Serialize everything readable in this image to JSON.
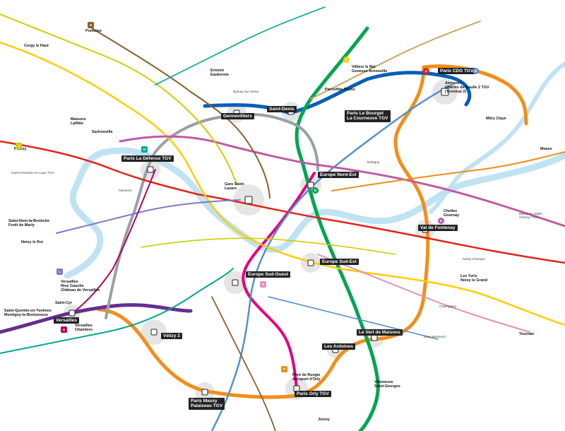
{
  "colors": {
    "rer_a": "#e2231a",
    "rer_b": "#5291ce",
    "rer_c": "#ffcd00",
    "rer_d": "#00a650",
    "rer_e": "#c05aa6",
    "line_h": "#8d5e2a",
    "line_j": "#cdcd00",
    "line_k": "#c6a55d",
    "line_l": "#7a7ac8",
    "line_n": "#00a88f",
    "line_p": "#f08c17",
    "line_r": "#e48fb7",
    "line_u": "#b2005f",
    "tgv_orange": "#f28e1c",
    "tgv_blue": "#005eb8",
    "tgv_purple": "#652d90",
    "tgv_pink": "#e4007c",
    "tgv_gray": "#9aa0a6",
    "tgv_green": "#3aaa35",
    "seine": "#bfe3f2"
  },
  "hubs": [
    {
      "id": "gennevilliers",
      "label": "Gennevilliers"
    },
    {
      "id": "saint-denis",
      "label": "Saint-Denis"
    },
    {
      "id": "le-bourget",
      "label": "Paris Le Bourget\nLa Courneuve TGV"
    },
    {
      "id": "cdg-tgv",
      "label": "Paris CDG TGV"
    },
    {
      "id": "paris-la-defense",
      "label": "Paris La Défense TGV"
    },
    {
      "id": "europe-nord-est",
      "label": "Europe Nord-Est"
    },
    {
      "id": "val-de-fontenay",
      "label": "Val de Fontenay"
    },
    {
      "id": "europe-sud-est",
      "label": "Europe Sud-Est"
    },
    {
      "id": "europe-sud-ouest",
      "label": "Europe Sud-Ouest"
    },
    {
      "id": "versailles",
      "label": "Versailles"
    },
    {
      "id": "velizy",
      "label": "Vélizy 2"
    },
    {
      "id": "le-vert-de-maisons",
      "label": "Le Vert de Maisons"
    },
    {
      "id": "les-ardoines",
      "label": "Les Ardoines"
    },
    {
      "id": "paris-orly",
      "label": "Paris Orly TGV"
    },
    {
      "id": "massy",
      "label": "Paris Massy\nPalaiseau TGV"
    }
  ],
  "places": [
    {
      "id": "pontoise",
      "label": "Pontoise"
    },
    {
      "id": "cergy-le-haut",
      "label": "Cergy le Haut"
    },
    {
      "id": "poissy",
      "label": "Poissy"
    },
    {
      "id": "gare-saint-lazare",
      "label": "Gare Saint-\nLazare"
    },
    {
      "id": "aeroport-cdg",
      "label": "Aéroport\nCharles de Gaulle 2 TGV\n(Terminal 2)"
    },
    {
      "id": "mitry-claye",
      "label": "Mitry Claye"
    },
    {
      "id": "meaux",
      "label": "Meaux"
    },
    {
      "id": "chelles",
      "label": "Chelles\nGournay"
    },
    {
      "id": "saint-quentin",
      "label": "Saint-Quentin-en-Yvelines\nMontigny-le-Bretonneux"
    },
    {
      "id": "saint-cyr",
      "label": "Saint-Cyr"
    },
    {
      "id": "versailles-chantiers",
      "label": "Versailles\nChantiers"
    },
    {
      "id": "versailles-rg",
      "label": "Versailles\nRive Gauche\nChâteau de Versailles"
    },
    {
      "id": "juvisy",
      "label": "Juvisy"
    },
    {
      "id": "pont-de-rungis",
      "label": "Pont de Rungis\nAéroport d'Orly"
    },
    {
      "id": "villeneuve",
      "label": "Villeneuve\nSaint-Georges"
    },
    {
      "id": "villiers-le-bel",
      "label": "Villiers le Bel\nGonesse Arnouville"
    },
    {
      "id": "pierrefitte",
      "label": "Pierrefitte Stains"
    },
    {
      "id": "epinay",
      "label": "Épinay sur Seine"
    },
    {
      "id": "saint-nom",
      "label": "Saint-Nom-la-Bretèche\nForêt de Marly"
    },
    {
      "id": "noisy-le-roi",
      "label": "Noisy le Roi"
    },
    {
      "id": "saint-germain",
      "label": "Saint-Germain-en-Laye TGV"
    },
    {
      "id": "marne-la-vallee",
      "label": "Marne la Vallée\nChessy TGV"
    },
    {
      "id": "tournan",
      "label": "Tournan"
    },
    {
      "id": "noisy-le-grand",
      "label": "Les Yvris\nNoisy le Grand"
    },
    {
      "id": "champigny",
      "label": "Champigny"
    },
    {
      "id": "sucy",
      "label": "Sucy Bonneuil"
    },
    {
      "id": "nanterre",
      "label": "Nanterre"
    },
    {
      "id": "sartrouville",
      "label": "Sartrouville"
    },
    {
      "id": "maisons-laffitte",
      "label": "Maisons\nLaffitte"
    },
    {
      "id": "ermont",
      "label": "Ermont\nEaubonne"
    },
    {
      "id": "bobigny",
      "label": "Bobigny"
    },
    {
      "id": "noisy-champs",
      "label": "Noisy-Champs"
    }
  ],
  "badges": [
    {
      "id": "b-h",
      "text": "H",
      "color": "line_h",
      "shape": "sq"
    },
    {
      "id": "b-j",
      "text": "J",
      "color": "line_j",
      "shape": "sq"
    },
    {
      "id": "b-c",
      "text": "C",
      "color": "rer_c",
      "shape": "circle"
    },
    {
      "id": "b-d",
      "text": "D",
      "color": "rer_d",
      "shape": "circle"
    },
    {
      "id": "b-b",
      "text": "B",
      "color": "rer_b",
      "shape": "circle"
    },
    {
      "id": "b-a",
      "text": "A",
      "color": "rer_a",
      "shape": "circle"
    },
    {
      "id": "b-e",
      "text": "E",
      "color": "rer_e",
      "shape": "circle"
    },
    {
      "id": "b-u",
      "text": "U",
      "color": "line_u",
      "shape": "sq"
    },
    {
      "id": "b-l",
      "text": "L",
      "color": "line_l",
      "shape": "sq"
    },
    {
      "id": "b-n",
      "text": "N",
      "color": "line_n",
      "shape": "sq"
    },
    {
      "id": "b-p",
      "text": "P",
      "color": "line_p",
      "shape": "sq"
    },
    {
      "id": "b-r",
      "text": "R",
      "color": "line_r",
      "shape": "sq"
    }
  ]
}
